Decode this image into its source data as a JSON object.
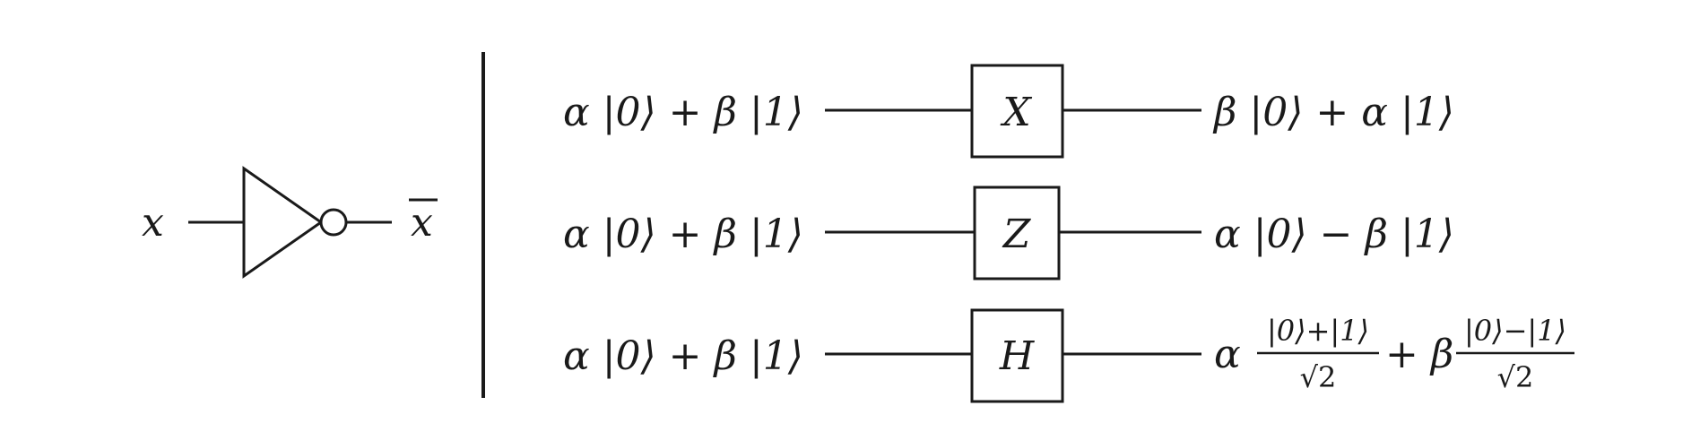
{
  "not_gate": {
    "input_label": "x",
    "output_label": "x"
  },
  "quantum_gates": [
    {
      "gate": "X",
      "input": "α |0⟩ + β |1⟩",
      "output": "β |0⟩ + α |1⟩"
    },
    {
      "gate": "Z",
      "input": "α |0⟩ + β |1⟩",
      "output": "α |0⟩ − β |1⟩"
    },
    {
      "gate": "H",
      "input": "α |0⟩ + β |1⟩",
      "output": {
        "alpha": "α",
        "frac1_num": "|0⟩+|1⟩",
        "frac1_den": "√2",
        "plus_beta": "+ β",
        "frac2_num": "|0⟩−|1⟩",
        "frac2_den": "√2"
      }
    }
  ]
}
